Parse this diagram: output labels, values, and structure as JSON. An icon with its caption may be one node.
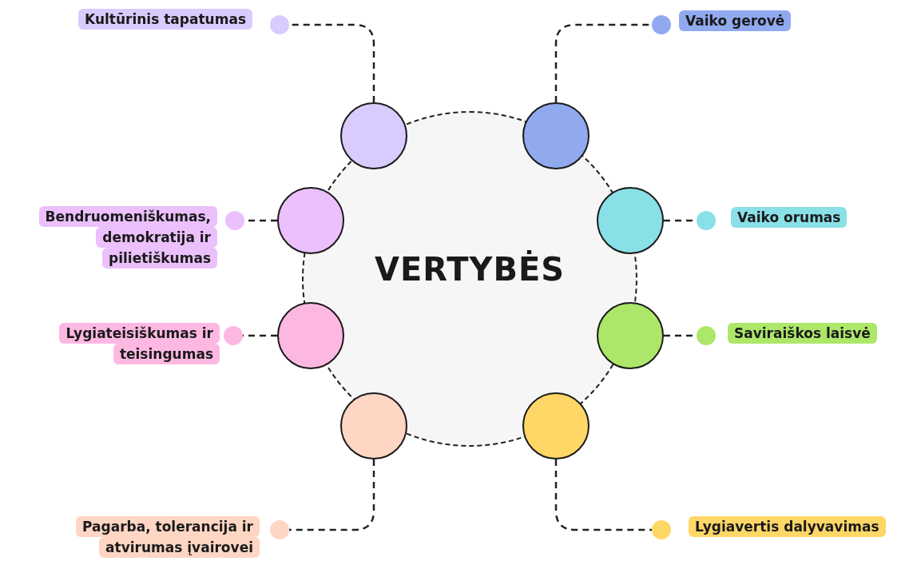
{
  "diagram": {
    "nodes": [
      {
        "text": [
          "VERTYBĖS"
        ]
      },
      {
        "text": [],
        "shape": "circle"
      },
      {
        "text": [],
        "shape": "circle"
      },
      {
        "text": [],
        "shape": "circle"
      },
      {
        "text": [],
        "shape": "circle"
      },
      {
        "text": [],
        "shape": "circle"
      },
      {
        "text": [],
        "shape": "circle"
      },
      {
        "text": [],
        "shape": "circle"
      },
      {
        "text": [],
        "shape": "circle"
      },
      {
        "text": [],
        "shape": "circle",
        "beside": [
          "Kultūrinis tapatumas"
        ]
      },
      {
        "text": [],
        "shape": "circle",
        "beside": [
          "Vaiko gerovė"
        ]
      },
      {
        "text": [],
        "shape": "circle",
        "beside": [
          "Bendruomeniškumas, demokratija ir pilietiškumas"
        ]
      },
      {
        "text": [],
        "shape": "circle",
        "beside": [
          "Vaiko orumas"
        ]
      },
      {
        "text": [],
        "shape": "circle",
        "beside": [
          "Lygiateisiškumas ir teisingumas"
        ]
      },
      {
        "text": [],
        "shape": "circle",
        "beside": [
          "Saviraiškos laisvė"
        ]
      },
      {
        "text": [],
        "shape": "circle",
        "beside": [
          "Pagarba, tolerancija ir atvirumas įvairovei"
        ]
      },
      {
        "text": [],
        "shape": "circle",
        "beside": [
          "Lygiavertis dalyvavimas"
        ]
      }
    ],
    "edges": [
      {
        "from": 1,
        "to": 9,
        "arrow": "none",
        "style": "dashed"
      },
      {
        "from": 2,
        "to": 10,
        "arrow": "none",
        "style": "dashed"
      },
      {
        "from": 3,
        "to": 11,
        "arrow": "none",
        "style": "dashed"
      },
      {
        "from": 4,
        "to": 12,
        "arrow": "none",
        "style": "dashed"
      },
      {
        "from": 5,
        "to": 13,
        "arrow": "none",
        "style": "dashed"
      },
      {
        "from": 6,
        "to": 14,
        "arrow": "none",
        "style": "dashed"
      },
      {
        "from": 7,
        "to": 15,
        "arrow": "none",
        "style": "dashed"
      },
      {
        "from": 8,
        "to": 16,
        "arrow": "none",
        "style": "dashed"
      }
    ]
  }
}
